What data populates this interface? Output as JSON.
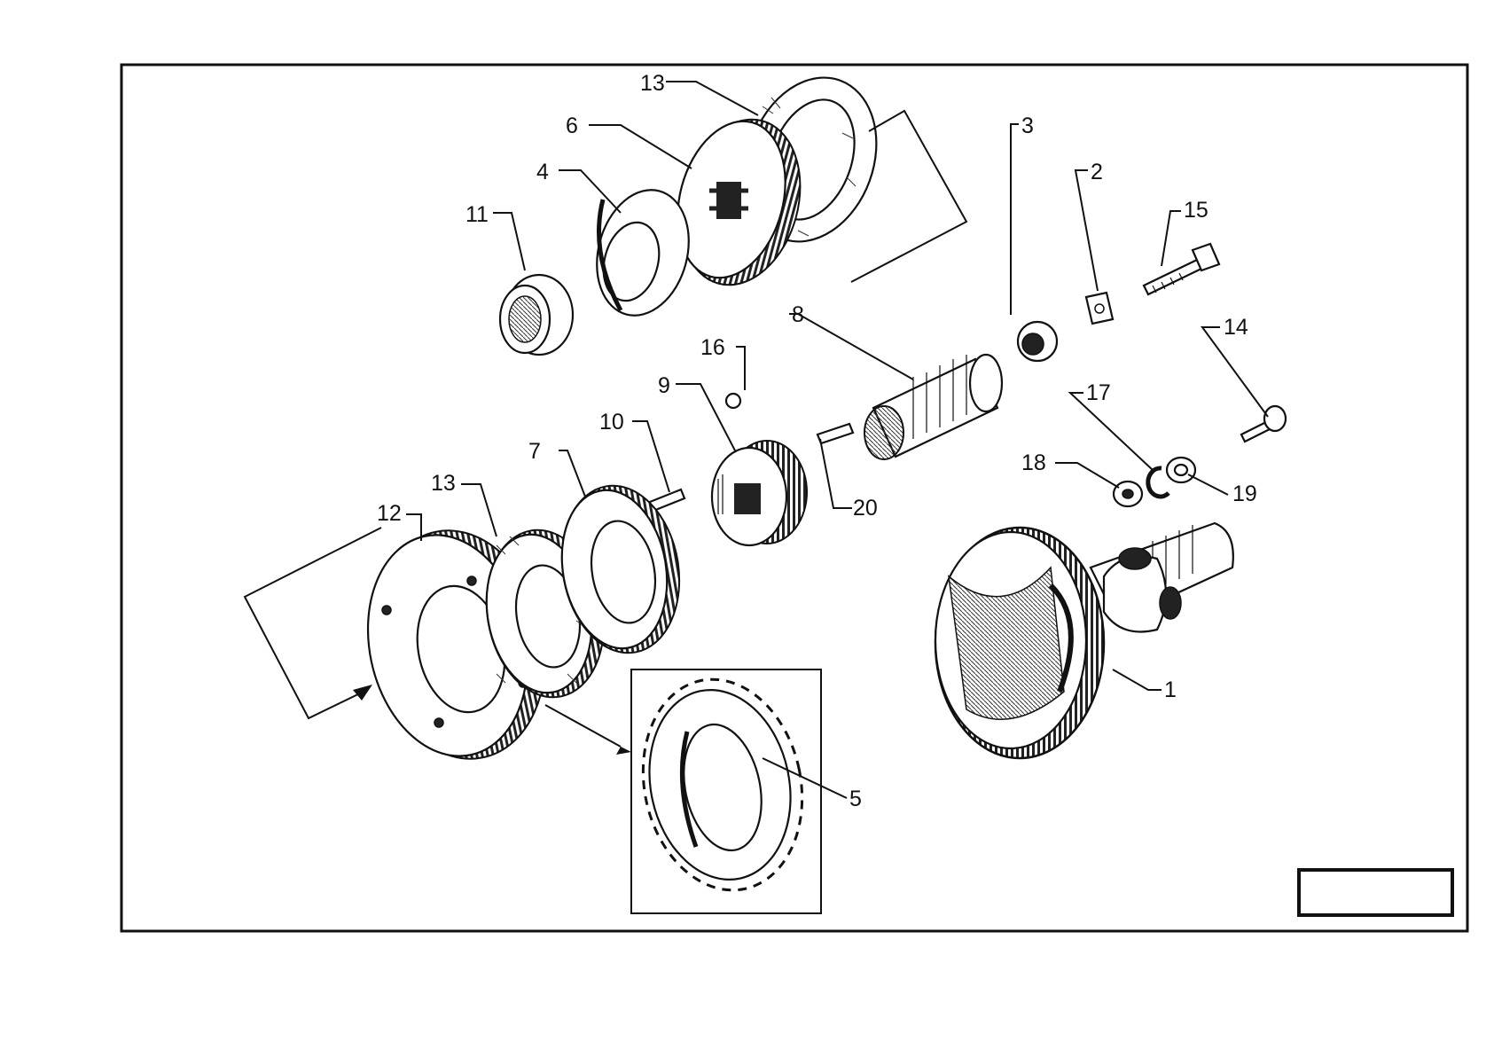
{
  "figure_box_label": "",
  "callouts": [
    {
      "id": "c1",
      "text": "1"
    },
    {
      "id": "c2",
      "text": "2"
    },
    {
      "id": "c3",
      "text": "3"
    },
    {
      "id": "c4",
      "text": "4"
    },
    {
      "id": "c5",
      "text": "5"
    },
    {
      "id": "c6",
      "text": "6"
    },
    {
      "id": "c7",
      "text": "7"
    },
    {
      "id": "c8",
      "text": "8"
    },
    {
      "id": "c9",
      "text": "9"
    },
    {
      "id": "c10",
      "text": "10"
    },
    {
      "id": "c11",
      "text": "11"
    },
    {
      "id": "c12",
      "text": "12"
    },
    {
      "id": "c13a",
      "text": "13"
    },
    {
      "id": "c13b",
      "text": "13"
    },
    {
      "id": "c14",
      "text": "14"
    },
    {
      "id": "c15",
      "text": "15"
    },
    {
      "id": "c16",
      "text": "16"
    },
    {
      "id": "c17",
      "text": "17"
    },
    {
      "id": "c18",
      "text": "18"
    },
    {
      "id": "c19",
      "text": "19"
    },
    {
      "id": "c20",
      "text": "20"
    }
  ]
}
